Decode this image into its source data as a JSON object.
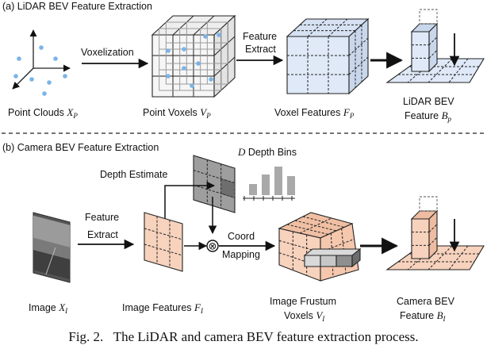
{
  "colors": {
    "lidar_fill": "#dfe9f7",
    "camera_fill": "#f7d2bd",
    "point_blue": "#7ab4e6",
    "depth_gray": "#a9a9a9",
    "feature_gray": "#d3d3d3"
  },
  "section_a": {
    "title": "(a) LiDAR BEV Feature Extraction",
    "voxelization_label": "Voxelization",
    "feature_extract_label_1": "Feature",
    "feature_extract_label_2": "Extract",
    "point_clouds_label": "Point Clouds ",
    "point_clouds_sym": "X",
    "point_clouds_sub": "P",
    "point_voxels_label": "Point Voxels ",
    "point_voxels_sym": "V",
    "point_voxels_sub": "P",
    "voxel_features_label": "Voxel Features ",
    "voxel_features_sym": "F",
    "voxel_features_sub": "P",
    "lidar_bev_line1": "LiDAR BEV",
    "lidar_bev_line2": "Feature ",
    "lidar_bev_sym": "B",
    "lidar_bev_sub": "p"
  },
  "section_b": {
    "title": "(b) Camera BEV Feature Extraction",
    "depth_bins_sym": "D",
    "depth_bins_label": " Depth Bins",
    "depth_bin_values": [
      0.35,
      0.65,
      0.9,
      0.6
    ],
    "depth_estimate_label": "Depth Estimate",
    "feature_extract_label_1": "Feature",
    "feature_extract_label_2": "Extract",
    "coord_mapping_1": "Coord",
    "coord_mapping_2": "Mapping",
    "image_label": "Image ",
    "image_sym": "X",
    "image_sub": "I",
    "image_features_label": "Image Features ",
    "image_features_sym": "F",
    "image_features_sub": "I",
    "frustum_line1": "Image Frustum",
    "frustum_line2": "Voxels ",
    "frustum_sym": "V",
    "frustum_sub": "I",
    "camera_bev_line1": "Camera BEV",
    "camera_bev_line2": "Feature ",
    "camera_bev_sym": "B",
    "camera_bev_sub": "I",
    "multiply_symbol": "⊗"
  },
  "caption": "Fig. 2.   The LiDAR and camera BEV feature extraction process."
}
